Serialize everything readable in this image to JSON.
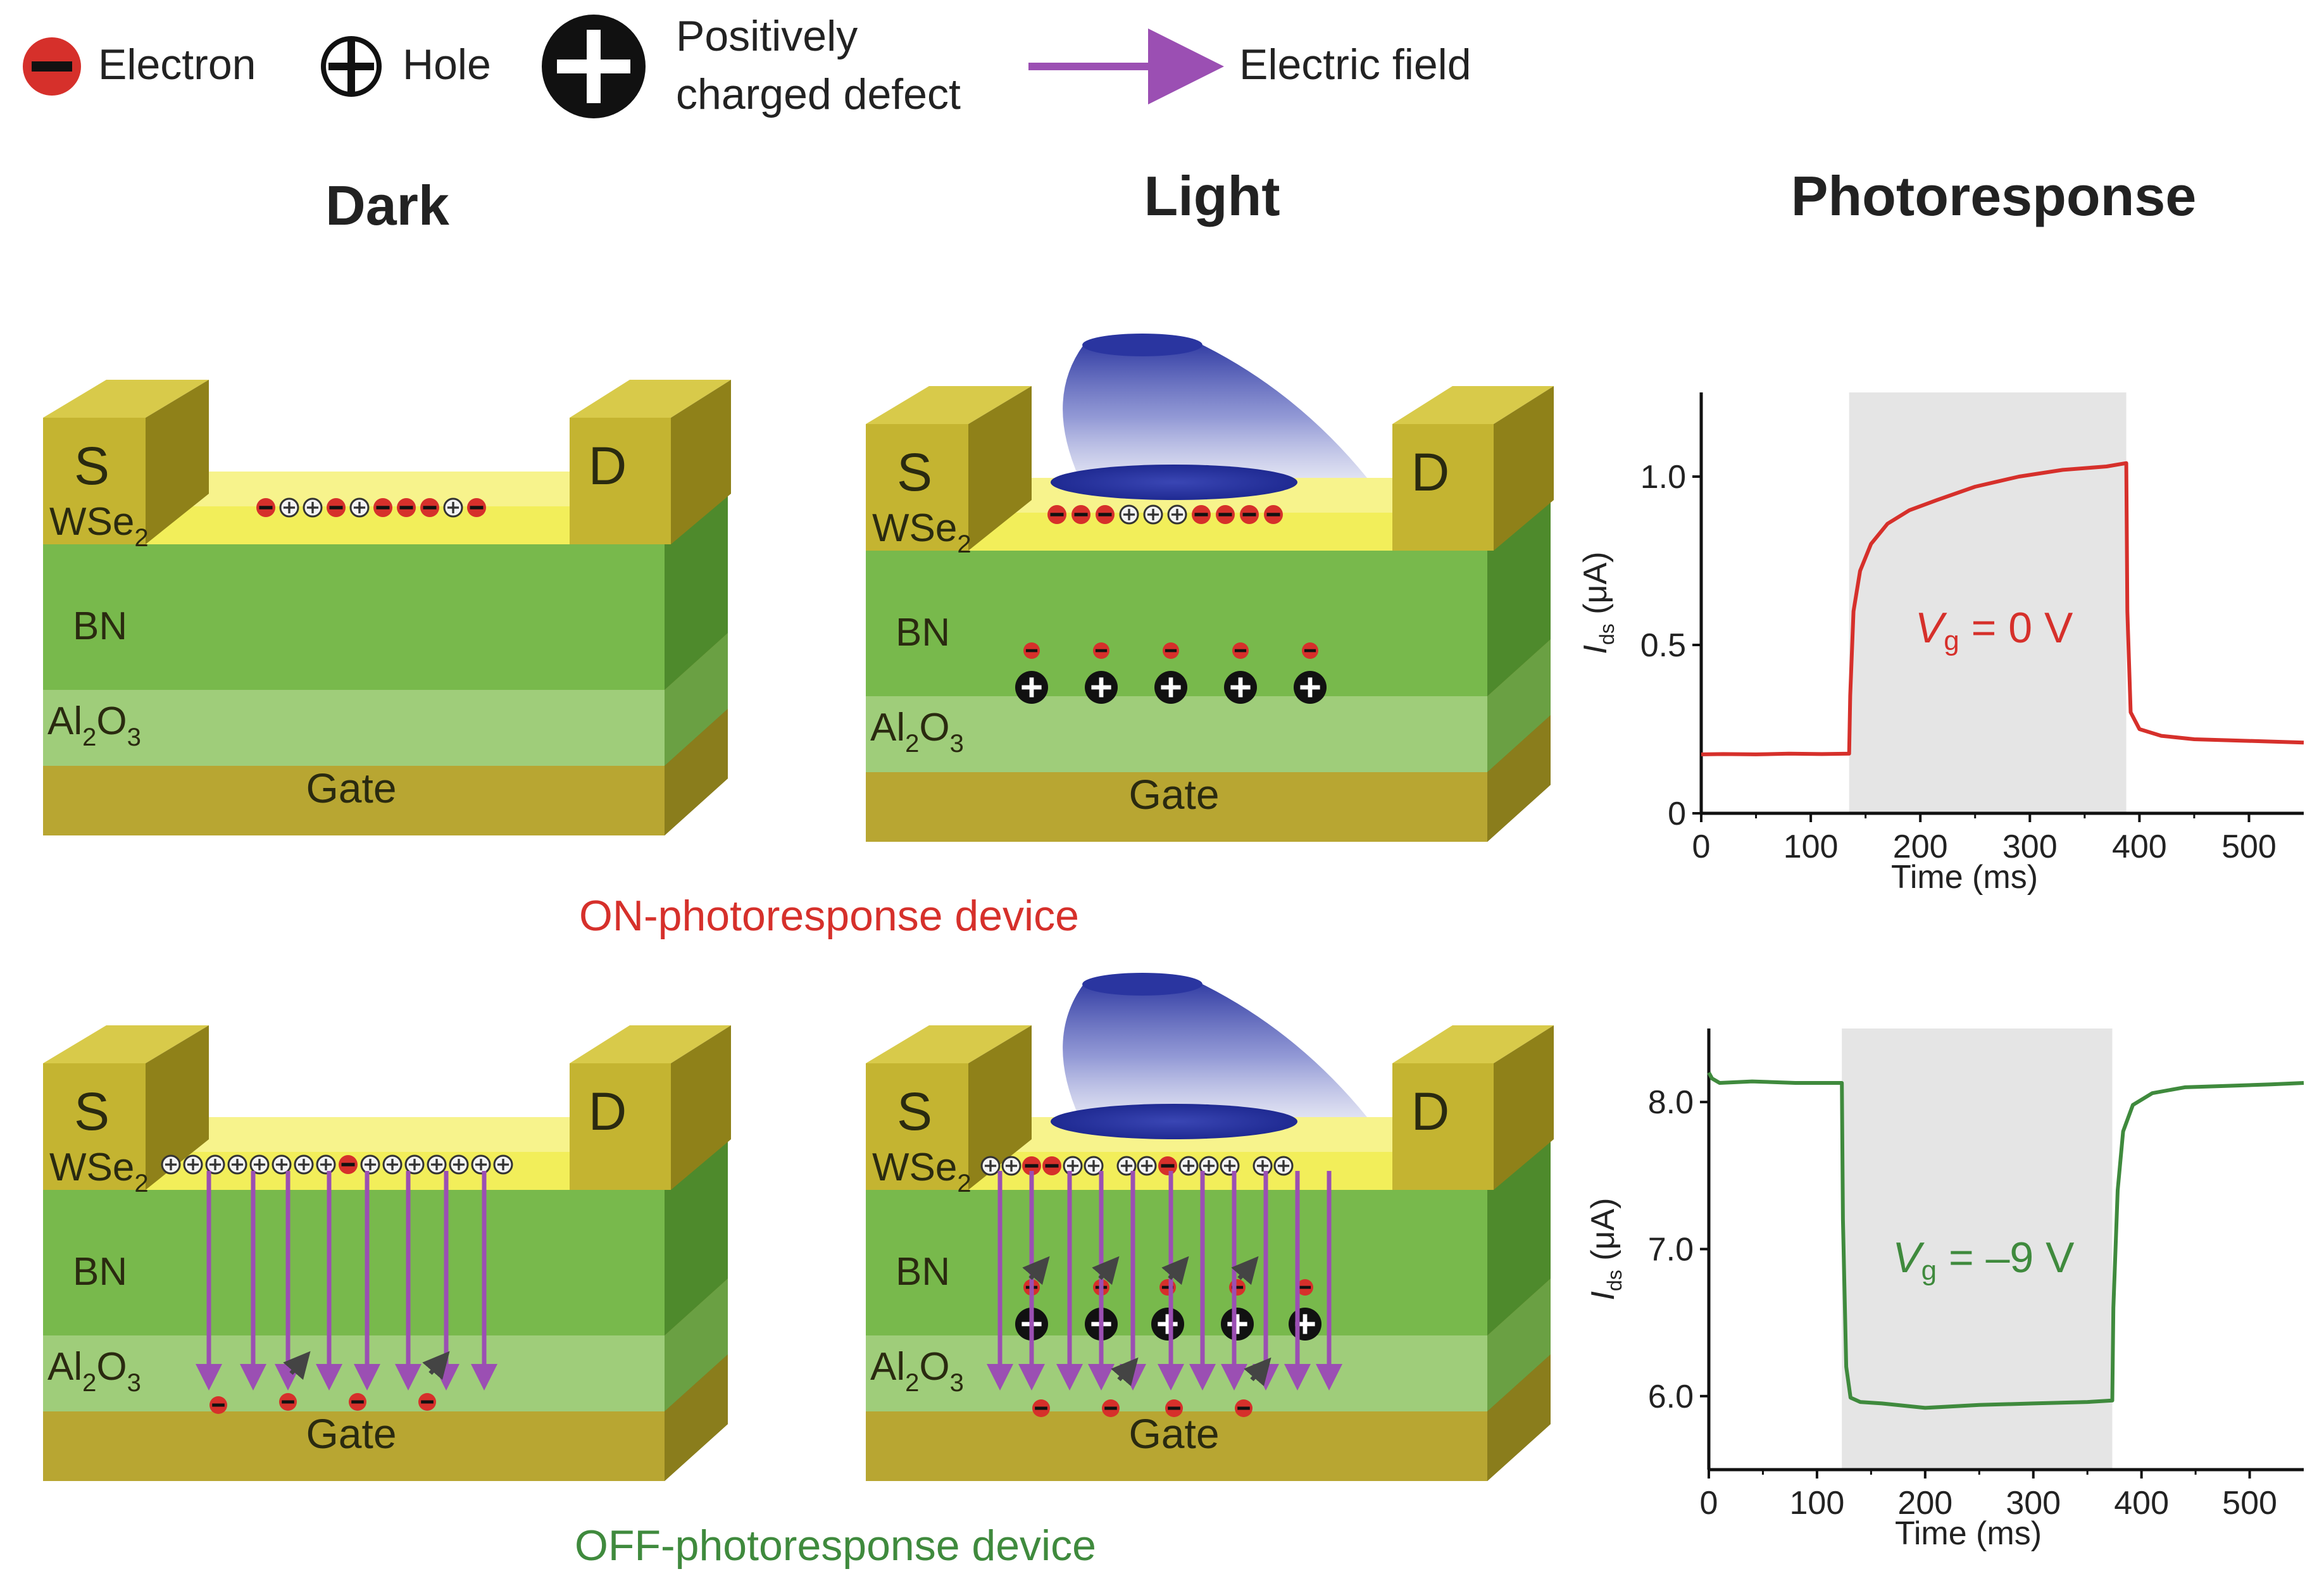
{
  "legend": {
    "electron": "Electron",
    "hole": "Hole",
    "defect_line1": "Positively",
    "defect_line2": "charged defect",
    "field": "Electric field"
  },
  "columns": {
    "dark": "Dark",
    "light": "Light",
    "photoresponse": "Photoresponse"
  },
  "device": {
    "source": "S",
    "drain": "D",
    "wse": "WSe",
    "wse_sub": "2",
    "bn": "BN",
    "al": "Al",
    "al_sub1": "2",
    "o": "O",
    "al_sub2": "3",
    "gate": "Gate"
  },
  "captions": {
    "on": "ON-photoresponse device",
    "off": "OFF-photoresponse device"
  },
  "colors": {
    "on": "#d6302b",
    "off": "#3f8a3d",
    "field": "#9b4fb3",
    "gold": "#b8a632",
    "wse2": "#f2ee5a",
    "bn": "#78b94c",
    "al2o3": "#9fcd7a",
    "illumination": "#1f2f9a",
    "shade": "#e5e5e5"
  },
  "chart_data": [
    {
      "type": "line",
      "xlabel": "Time (ms)",
      "ylabel_symbol": "I",
      "ylabel_sub": "ds",
      "ylabel_unit": "(μA)",
      "annotation_symbol": "V",
      "annotation_sub": "g",
      "annotation_value": "= 0 V",
      "xlim": [
        0,
        550
      ],
      "ylim": [
        0,
        1.25
      ],
      "x_ticks": [
        "0",
        "100",
        "200",
        "300",
        "400",
        "500"
      ],
      "y_ticks": [
        "0",
        "0.5",
        "1.0"
      ],
      "y_tick_values": [
        0,
        0.5,
        1.0
      ],
      "illumination_window": [
        135,
        388
      ],
      "series": [
        {
          "color": "#d6302b",
          "x": [
            0,
            20,
            50,
            80,
            110,
            135,
            136,
            139,
            145,
            155,
            170,
            190,
            215,
            250,
            290,
            330,
            370,
            388,
            389,
            392,
            400,
            420,
            450,
            500,
            550
          ],
          "y": [
            0.175,
            0.176,
            0.175,
            0.177,
            0.176,
            0.177,
            0.35,
            0.6,
            0.72,
            0.8,
            0.86,
            0.9,
            0.93,
            0.97,
            1.0,
            1.02,
            1.03,
            1.04,
            0.6,
            0.3,
            0.25,
            0.23,
            0.22,
            0.215,
            0.21
          ]
        }
      ]
    },
    {
      "type": "line",
      "xlabel": "Time (ms)",
      "ylabel_symbol": "I",
      "ylabel_sub": "ds",
      "ylabel_unit": "(μA)",
      "annotation_symbol": "V",
      "annotation_sub": "g",
      "annotation_value": "= –9 V",
      "xlim": [
        0,
        550
      ],
      "ylim": [
        5.5,
        8.5
      ],
      "x_ticks": [
        "0",
        "100",
        "200",
        "300",
        "400",
        "500"
      ],
      "y_ticks": [
        "6.0",
        "7.0",
        "8.0"
      ],
      "y_tick_values": [
        6.0,
        7.0,
        8.0
      ],
      "illumination_window": [
        123,
        373
      ],
      "series": [
        {
          "color": "#3f8a3d",
          "x": [
            0,
            3,
            10,
            40,
            80,
            123,
            124,
            127,
            131,
            140,
            160,
            200,
            250,
            300,
            350,
            373,
            374,
            378,
            383,
            392,
            410,
            440,
            480,
            520,
            550
          ],
          "y": [
            8.2,
            8.16,
            8.13,
            8.14,
            8.13,
            8.13,
            7.2,
            6.2,
            5.99,
            5.96,
            5.95,
            5.92,
            5.94,
            5.95,
            5.96,
            5.97,
            6.6,
            7.4,
            7.8,
            7.98,
            8.06,
            8.1,
            8.11,
            8.12,
            8.13
          ]
        }
      ]
    }
  ]
}
